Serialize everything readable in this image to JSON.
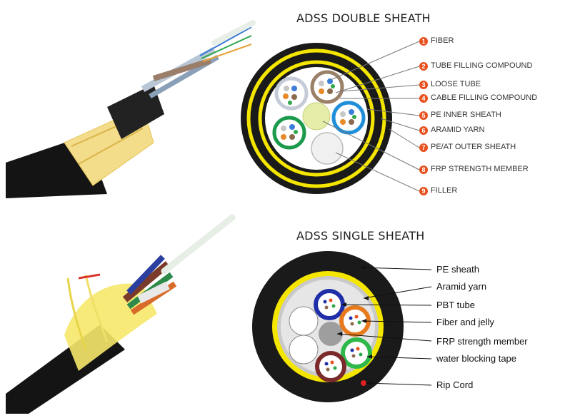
{
  "top": {
    "title": "ADSS DOUBLE SHEATH",
    "labels": [
      {
        "n": "1",
        "text": "FIBER"
      },
      {
        "n": "2",
        "text": "TUBE FILLING COMPOUND"
      },
      {
        "n": "3",
        "text": "LOOSE TUBE"
      },
      {
        "n": "4",
        "text": "CABLE FILLING COMPOUND"
      },
      {
        "n": "5",
        "text": "PE INNER SHEATH"
      },
      {
        "n": "6",
        "text": "ARAMID YARN"
      },
      {
        "n": "7",
        "text": "PE/AT OUTER SHEATH"
      },
      {
        "n": "8",
        "text": "FRP STRENGTH MEMBER"
      },
      {
        "n": "9",
        "text": "FILLER"
      }
    ]
  },
  "bottom": {
    "title": "ADSS SINGLE SHEATH",
    "labels": [
      "PE sheath",
      "Aramid yarn",
      "PBT tube",
      "Fiber and jelly",
      "FRP strength member",
      "water blocking tape",
      "Rip Cord"
    ]
  },
  "colors": {
    "marker": "#e8501e",
    "yarn": "#f5e24a",
    "sheath": "#1a1a1a"
  }
}
